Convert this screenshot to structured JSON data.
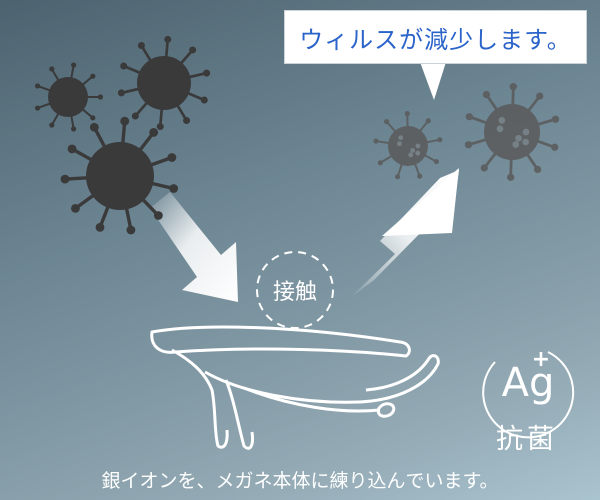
{
  "callout_text": "ウィルスが減少します。",
  "contact_label": "接触",
  "silver_symbol": "Ag",
  "silver_plus": "+",
  "antibacterial_label": "抗菌",
  "caption": "銀イオンを、メガネ本体に練り込んでいます。",
  "colors": {
    "virus_dark": "#3a3a3a",
    "virus_faded": "#5a5a5a",
    "callout_text": "#2a63c9",
    "outline": "#ffffff"
  },
  "icons": [
    "virus-icon",
    "arrow-icon",
    "glasses-frame-icon",
    "silver-ion-icon"
  ]
}
